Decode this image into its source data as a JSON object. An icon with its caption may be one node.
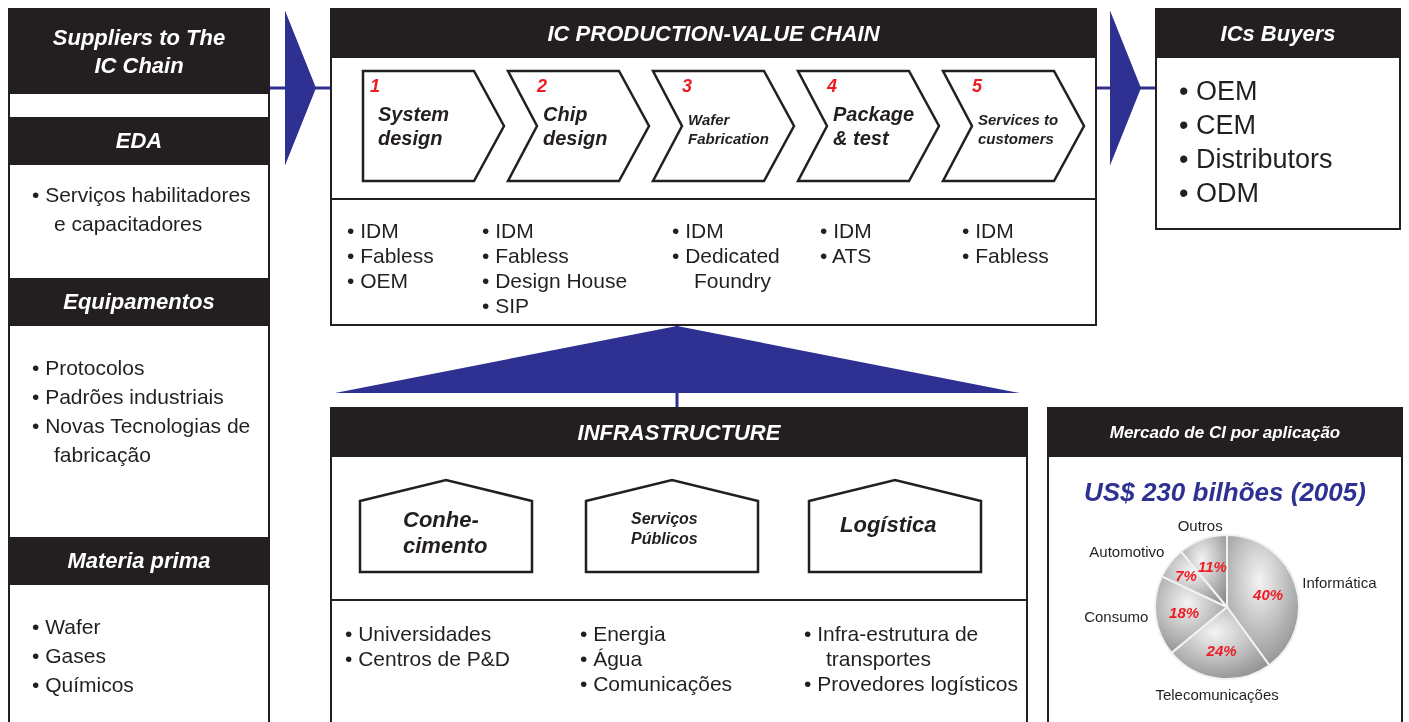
{
  "diagram": {
    "nodes": [
      {
        "text": [
          "Suppliers to The IC Chain"
        ]
      },
      {
        "text": [
          "EDA",
          "• Serviços habilitadores e capacitadores"
        ],
        "in": 0
      },
      {
        "text": [
          "Equipamentos",
          "• Protocolos",
          "• Padrões industriais",
          "• Novas Tecnologias de fabricação"
        ],
        "in": 0
      },
      {
        "text": [
          "Materia prima",
          "• Wafer",
          "• Gases",
          "• Químicos"
        ],
        "in": 0
      },
      {
        "text": [
          "IC PRODUCTION-VALUE CHAIN"
        ]
      },
      {
        "text": [
          "1",
          "System design"
        ],
        "in": 4,
        "beside": [
          "• IDM",
          "• Fabless",
          "• OEM"
        ]
      },
      {
        "text": [
          "2",
          "Chip design"
        ],
        "in": 4,
        "beside": [
          "• IDM",
          "• Fabless",
          "• Design House",
          "• SIP"
        ]
      },
      {
        "text": [
          "3",
          "Wafer Fabrication"
        ],
        "in": 4,
        "beside": [
          "• IDM",
          "• Dedicated Foundry"
        ]
      },
      {
        "text": [
          "4",
          "Package & test"
        ],
        "in": 4,
        "beside": [
          "• IDM",
          "• ATS"
        ]
      },
      {
        "text": [
          "5",
          "Services to customers"
        ],
        "in": 4,
        "beside": [
          "• IDM",
          "• Fabless"
        ]
      },
      {
        "text": [
          "ICs Buyers",
          "• OEM",
          "• CEM",
          "• Distributors",
          "• ODM"
        ]
      },
      {
        "text": [
          "INFRASTRUCTURE"
        ]
      },
      {
        "text": [
          "Conhe- cimento"
        ],
        "in": 11,
        "beside": [
          "• Universidades",
          "• Centros de P&D"
        ]
      },
      {
        "text": [
          "Serviços Públicos"
        ],
        "in": 11,
        "beside": [
          "• Energia",
          "• Água",
          "• Comunicações"
        ]
      },
      {
        "text": [
          "Logística"
        ],
        "in": 11,
        "beside": [
          "• Infra-estrutura de transportes",
          "• Provedores logísticos"
        ]
      },
      {
        "text": [
          "Mercado de CI por aplicação"
        ]
      }
    ],
    "edges": [
      {
        "from": 0,
        "to": 4,
        "arrow": "to"
      },
      {
        "from": 4,
        "to": 10,
        "arrow": "to"
      },
      {
        "from": 11,
        "to": 4,
        "arrow": "to"
      }
    ],
    "chart_data": {
      "type": "pie",
      "title": "US$ 230 bilhões (2005)",
      "categories": [
        "Informática",
        "Telecomunicações",
        "Consumo",
        "Automotivo",
        "Outros"
      ],
      "values": [
        40,
        24,
        18,
        7,
        11
      ],
      "value_labels": [
        "40%",
        "24%",
        "18%",
        "7%",
        "11%"
      ]
    }
  }
}
